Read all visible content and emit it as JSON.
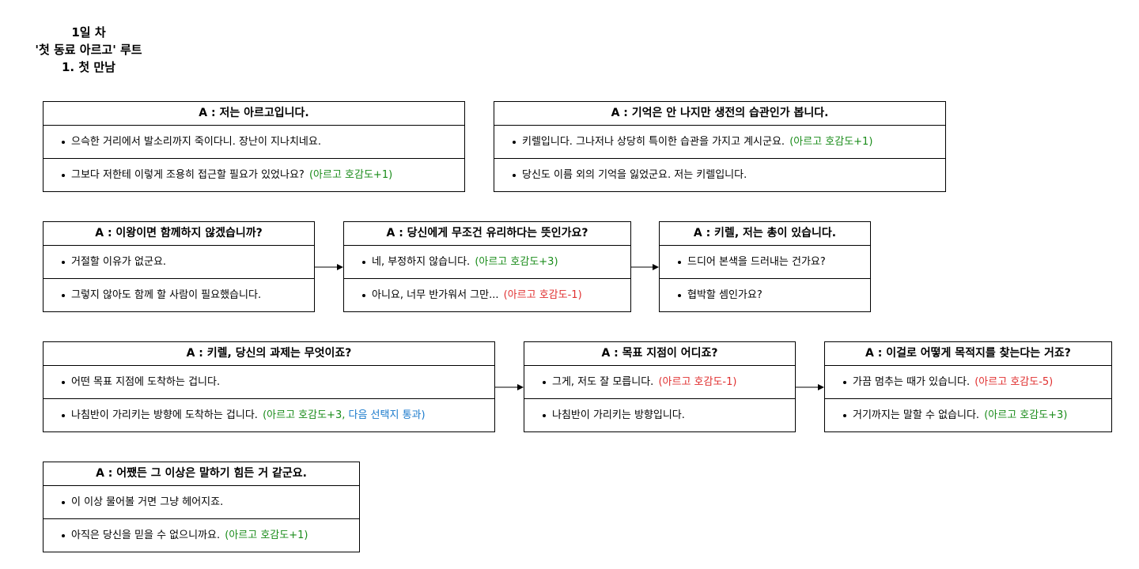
{
  "title": {
    "line1": "1일 차",
    "line2": "'첫 동료 아르고' 루트",
    "line3": "1. 첫 만남"
  },
  "colors": {
    "positive": "#1a8c1a",
    "negative": "#e03030",
    "info": "#1a7acc"
  },
  "boxes": [
    {
      "id": "b1",
      "header": "A : 저는 아르고입니다.",
      "options": [
        {
          "text": "으슥한 거리에서 발소리까지 죽이다니. 장난이 지나치네요.",
          "effect": ""
        },
        {
          "text": "그보다 저한테 이렇게 조용히 접근할 필요가 있었나요?",
          "effect": "(아르고 호감도+1)",
          "effect_color": "pos"
        }
      ]
    },
    {
      "id": "b2",
      "header": "A : 기억은 안 나지만 생전의 습관인가 봅니다.",
      "options": [
        {
          "text": "키렐입니다. 그나저나 상당히 특이한 습관을 가지고 계시군요.",
          "effect": "(아르고 호감도+1)",
          "effect_color": "pos"
        },
        {
          "text": "당신도 이름 외의 기억을 잃었군요. 저는 키렐입니다.",
          "effect": ""
        }
      ]
    },
    {
      "id": "b3",
      "header": "A : 이왕이면 함께하지 않겠습니까?",
      "options": [
        {
          "text": "거절할 이유가 없군요.",
          "effect": ""
        },
        {
          "text": "그렇지 않아도 함께 할 사람이 필요했습니다.",
          "effect": ""
        }
      ]
    },
    {
      "id": "b4",
      "header": "A : 당신에게 무조건 유리하다는 뜻인가요?",
      "options": [
        {
          "text": "네, 부정하지 않습니다.",
          "effect": "(아르고 호감도+3)",
          "effect_color": "pos"
        },
        {
          "text": "아니요, 너무 반가워서 그만...",
          "effect": "(아르고 호감도-1)",
          "effect_color": "neg"
        }
      ]
    },
    {
      "id": "b5",
      "header": "A : 키렐, 저는 총이 있습니다.",
      "options": [
        {
          "text": "드디어 본색을 드러내는 건가요?",
          "effect": ""
        },
        {
          "text": "협박할 셈인가요?",
          "effect": ""
        }
      ]
    },
    {
      "id": "b6",
      "header": "A : 키렐, 당신의 과제는 무엇이죠?",
      "options": [
        {
          "text": "어떤 목표 지점에 도착하는 겁니다.",
          "effect": ""
        },
        {
          "text": "나침반이 가리키는 방향에 도착하는 겁니다.",
          "effect": "(아르고 호감도+3,",
          "effect_color": "pos",
          "effect2": "다음 선택지 통과)",
          "effect2_color": "info"
        }
      ]
    },
    {
      "id": "b7",
      "header": "A : 목표 지점이 어디죠?",
      "options": [
        {
          "text": "그게, 저도 잘 모릅니다.",
          "effect": "(아르고 호감도-1)",
          "effect_color": "neg"
        },
        {
          "text": "나침반이 가리키는 방향입니다.",
          "effect": ""
        }
      ]
    },
    {
      "id": "b8",
      "header": "A : 이걸로 어떻게 목적지를 찾는다는 거죠?",
      "options": [
        {
          "text": "가끔 멈추는 때가 있습니다.",
          "effect": "(아르고 호감도-5)",
          "effect_color": "neg"
        },
        {
          "text": "거기까지는 말할 수 없습니다.",
          "effect": "(아르고 호감도+3)",
          "effect_color": "pos"
        }
      ]
    },
    {
      "id": "b9",
      "header": "A : 어쨌든 그 이상은 말하기 힘든 거 같군요.",
      "options": [
        {
          "text": "이 이상 물어볼 거면 그냥 헤어지죠.",
          "effect": ""
        },
        {
          "text": "아직은 당신을 믿을 수 없으니까요.",
          "effect": "(아르고 호감도+1)",
          "effect_color": "pos"
        }
      ]
    }
  ]
}
